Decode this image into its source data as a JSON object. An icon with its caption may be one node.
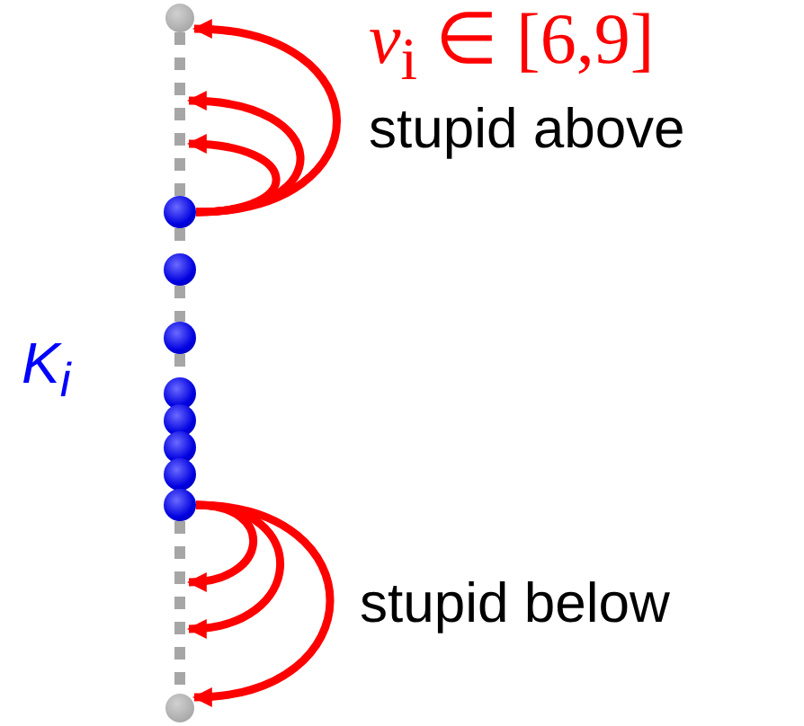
{
  "diagram": {
    "nodes": [
      {
        "text": [],
        "shape": "circle"
      },
      {
        "text": [],
        "shape": "circle"
      },
      {
        "text": [],
        "shape": "circle"
      },
      {
        "text": [],
        "shape": "circle"
      },
      {
        "text": [],
        "shape": "circle"
      },
      {
        "text": [],
        "shape": "circle"
      },
      {
        "text": [],
        "shape": "circle"
      },
      {
        "text": [],
        "shape": "circle"
      },
      {
        "text": [],
        "shape": "circle"
      },
      {
        "text": [],
        "shape": "circle"
      }
    ],
    "edges": [
      {
        "from": 1,
        "to": 0,
        "arrow": "to",
        "color": "#ff0000"
      },
      {
        "from": 1,
        "to": null,
        "arrow": "to",
        "color": "#ff0000"
      },
      {
        "from": 1,
        "to": null,
        "arrow": "to",
        "color": "#ff0000"
      },
      {
        "from": 8,
        "to": null,
        "arrow": "to",
        "color": "#ff0000"
      },
      {
        "from": 8,
        "to": null,
        "arrow": "to",
        "color": "#ff0000"
      },
      {
        "from": 8,
        "to": 9,
        "arrow": "to",
        "color": "#ff0000"
      },
      {
        "from": 0,
        "to": 1,
        "arrow": "none",
        "style": "dashed",
        "color": "#a6a6a6"
      },
      {
        "from": 1,
        "to": 2,
        "arrow": "none",
        "style": "dashed",
        "color": "#a6a6a6"
      },
      {
        "from": 2,
        "to": 3,
        "arrow": "none",
        "style": "dashed",
        "color": "#a6a6a6"
      },
      {
        "from": 3,
        "to": 4,
        "arrow": "none",
        "style": "dashed",
        "color": "#a6a6a6"
      },
      {
        "from": 8,
        "to": 9,
        "arrow": "none",
        "style": "dashed",
        "color": "#a6a6a6"
      }
    ],
    "labels": [
      "*v*$_{i}$ ∈ [6,9]",
      "stupid above",
      "*K*$_{i}$",
      "stupid below"
    ]
  }
}
